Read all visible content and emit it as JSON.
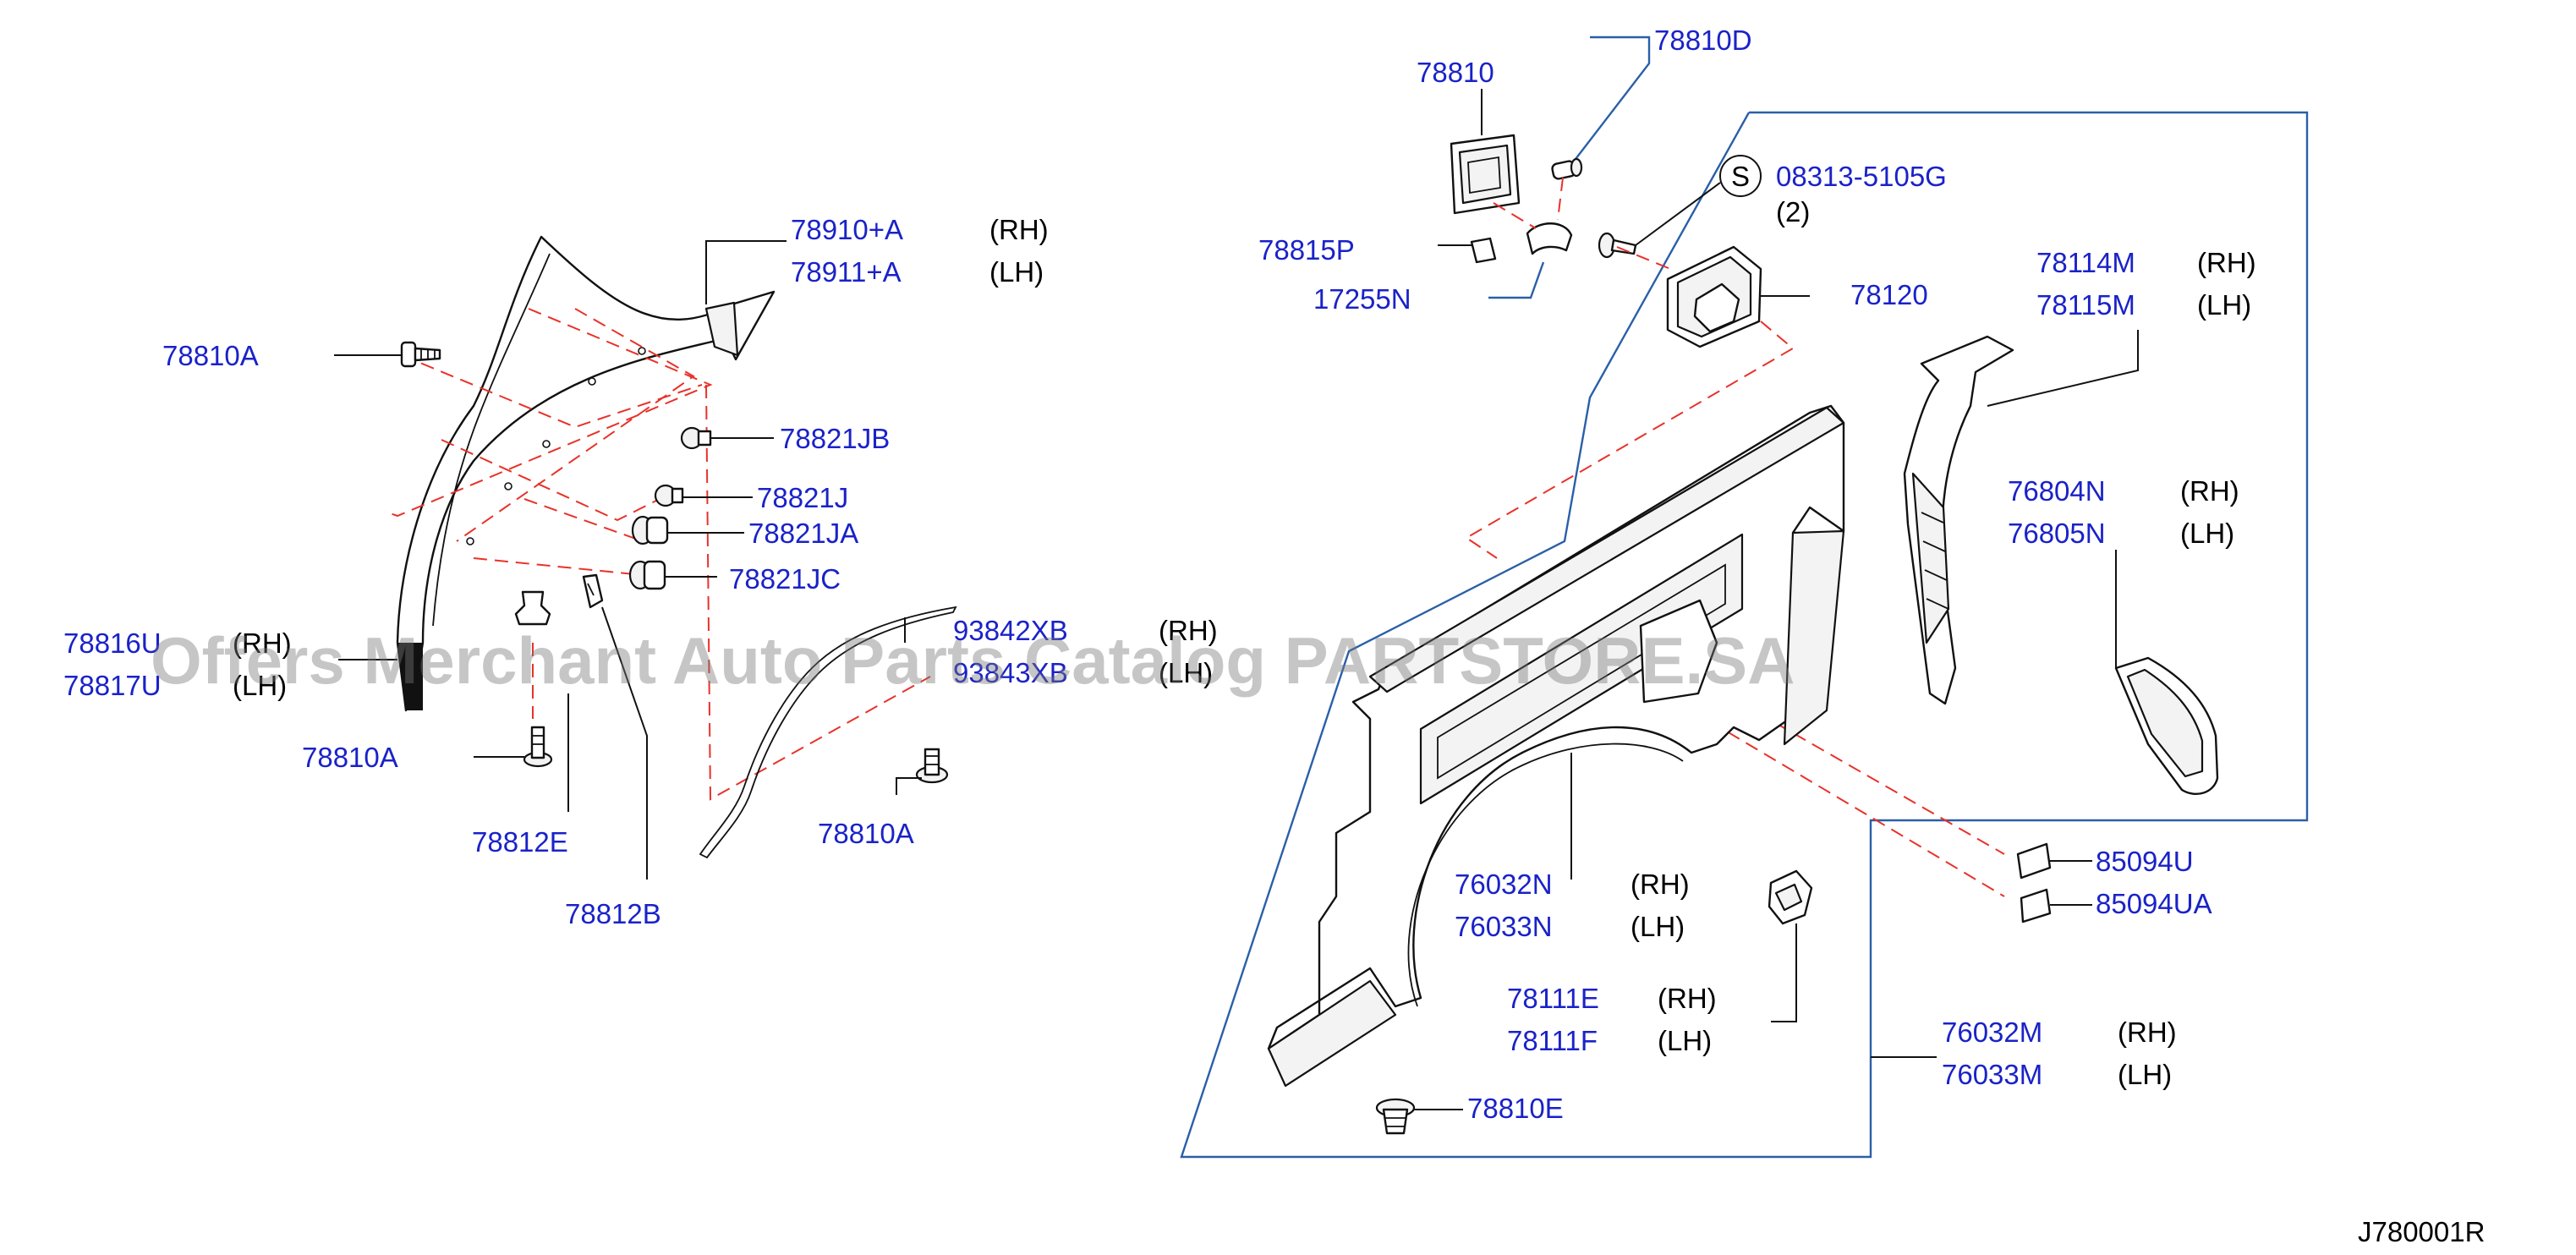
{
  "diagram_ref": "J780001R",
  "watermark": "Offers Merchant Auto Parts Catalog PARTSTORE.SA",
  "colors": {
    "part_number": "#1a22c8",
    "side_text": "#000000",
    "dash_line": "#e8322a",
    "frame_line": "#2a5fa8",
    "watermark": "rgba(120,120,120,0.42)"
  },
  "symbols": {
    "screw_marker": "S"
  },
  "labels": {
    "l78910a": {
      "pn": "78910+A",
      "side": "(RH)"
    },
    "l78911a": {
      "pn": "78911+A",
      "side": "(LH)"
    },
    "l78810a_1": {
      "pn": "78810A"
    },
    "l78821jb": {
      "pn": "78821JB"
    },
    "l78821j": {
      "pn": "78821J"
    },
    "l78821ja": {
      "pn": "78821JA"
    },
    "l78821jc": {
      "pn": "78821JC"
    },
    "l78816u": {
      "pn": "78816U",
      "side": "(RH)"
    },
    "l78817u": {
      "pn": "78817U",
      "side": "(LH)"
    },
    "l93842xb": {
      "pn": "93842XB",
      "side": "(RH)"
    },
    "l93843xb": {
      "pn": "93843XB",
      "side": "(LH)"
    },
    "l78810a_2": {
      "pn": "78810A"
    },
    "l78812e": {
      "pn": "78812E"
    },
    "l78810a_3": {
      "pn": "78810A"
    },
    "l78812b": {
      "pn": "78812B"
    },
    "l78810": {
      "pn": "78810"
    },
    "l78810d": {
      "pn": "78810D"
    },
    "l08313": {
      "pn": "08313-5105G",
      "qty": "(2)"
    },
    "l78815p": {
      "pn": "78815P"
    },
    "l17255n": {
      "pn": "17255N"
    },
    "l78120": {
      "pn": "78120"
    },
    "l78114m": {
      "pn": "78114M",
      "side": "(RH)"
    },
    "l78115m": {
      "pn": "78115M",
      "side": "(LH)"
    },
    "l76804n": {
      "pn": "76804N",
      "side": "(RH)"
    },
    "l76805n": {
      "pn": "76805N",
      "side": "(LH)"
    },
    "l85094u": {
      "pn": "85094U"
    },
    "l85094ua": {
      "pn": "85094UA"
    },
    "l76032n": {
      "pn": "76032N",
      "side": "(RH)"
    },
    "l76033n": {
      "pn": "76033N",
      "side": "(LH)"
    },
    "l78111e": {
      "pn": "78111E",
      "side": "(RH)"
    },
    "l78111f": {
      "pn": "78111F",
      "side": "(LH)"
    },
    "l76032m": {
      "pn": "76032M",
      "side": "(RH)"
    },
    "l76033m": {
      "pn": "76033M",
      "side": "(LH)"
    },
    "l78810e": {
      "pn": "78810E"
    }
  }
}
